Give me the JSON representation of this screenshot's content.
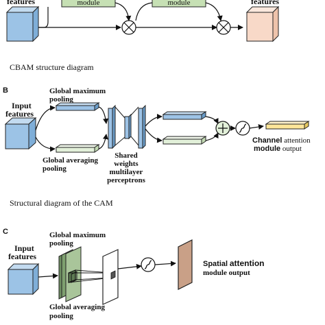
{
  "panel_a": {
    "input_label": "features",
    "module_left": "module",
    "module_right": "module",
    "output_label": "features",
    "caption": "CBAM structure diagram"
  },
  "panel_b": {
    "letter": "B",
    "input_label_1": "Input",
    "input_label_2": "features",
    "gmp_1": "Global maximum",
    "gmp_2": "pooling",
    "gap_1": "Global averaging",
    "gap_2": "pooling",
    "mlp_1": "Shared",
    "mlp_2": "weights",
    "mlp_3": "multilayer",
    "mlp_4": "perceptrons",
    "out_1a": "Channel",
    "out_1b": "attention",
    "out_2a": "module",
    "out_2b": "output",
    "caption": "Structural diagram of the CAM"
  },
  "panel_c": {
    "letter": "C",
    "input_label_1": "Input",
    "input_label_2": "features",
    "gmp_1": "Global maximum",
    "gmp_2": "pooling",
    "gap_1": "Global averaging",
    "gap_2": "pooling",
    "out_1a": "Spatial",
    "out_1b": "attention",
    "out_2": "module output"
  },
  "colors": {
    "input_cube": "#9cc3e6",
    "output_cube": "#f8d9c8",
    "module_box": "#c6e0b4",
    "bar_blue": "#9dc3e6",
    "bar_green": "#e2f0d9",
    "bar_yellow": "#ffe699",
    "spatial_map": "#c9a087",
    "stack_green": "#a9c59a"
  }
}
